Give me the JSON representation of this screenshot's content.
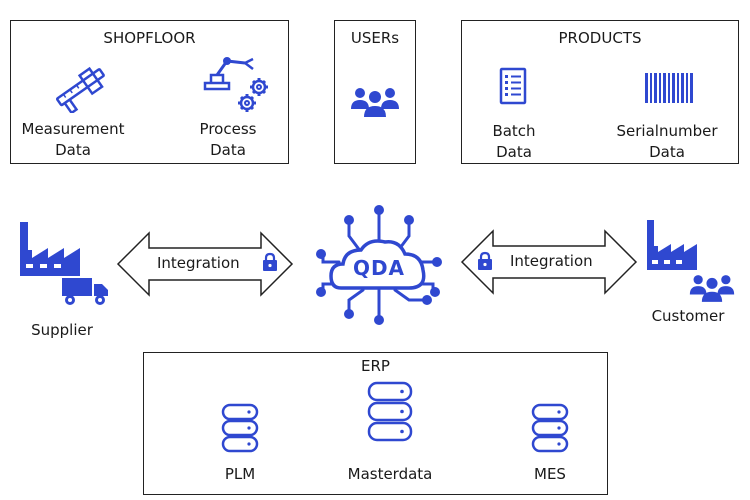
{
  "shopfloor": {
    "title": "SHOPFLOOR",
    "items": [
      "Measurement\nData",
      "Process\nData"
    ]
  },
  "users": {
    "title": "USERs"
  },
  "products": {
    "title": "PRODUCTS",
    "items": [
      "Batch\nData",
      "Serialnumber\nData"
    ]
  },
  "supplier": {
    "label": "Supplier"
  },
  "customer": {
    "label": "Customer"
  },
  "integration_left": {
    "label": "Integration"
  },
  "integration_right": {
    "label": "Integration"
  },
  "hub": {
    "label": "QDA"
  },
  "erp": {
    "title": "ERP",
    "items": [
      "PLM",
      "Masterdata",
      "MES"
    ]
  },
  "colors": {
    "accent": "#2f48d0",
    "border": "#222222"
  }
}
